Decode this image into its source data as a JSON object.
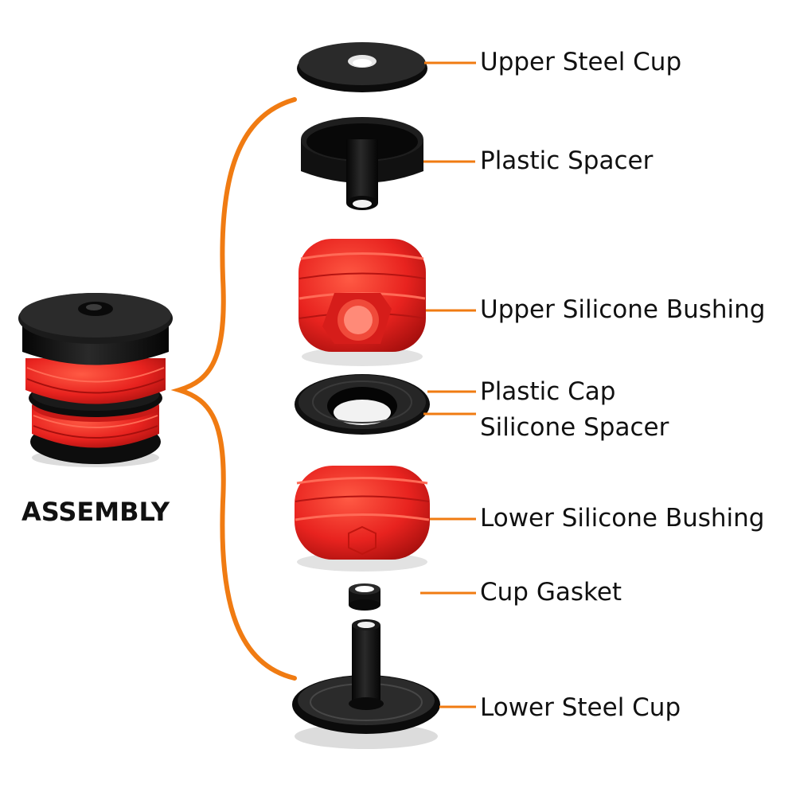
{
  "assembly": {
    "title": "ASSEMBLY"
  },
  "parts": [
    {
      "label": "Upper Steel Cup"
    },
    {
      "label": "Plastic Spacer"
    },
    {
      "label": "Upper Silicone Bushing"
    },
    {
      "label": "Plastic Cap"
    },
    {
      "label": "Silicone Spacer"
    },
    {
      "label": "Lower Silicone Bushing"
    },
    {
      "label": "Cup Gasket"
    },
    {
      "label": "Lower Steel Cup"
    }
  ],
  "colors": {
    "leader": "#f07b12",
    "rubber": "#e8231f",
    "steel": "#141414",
    "text": "#111111"
  }
}
